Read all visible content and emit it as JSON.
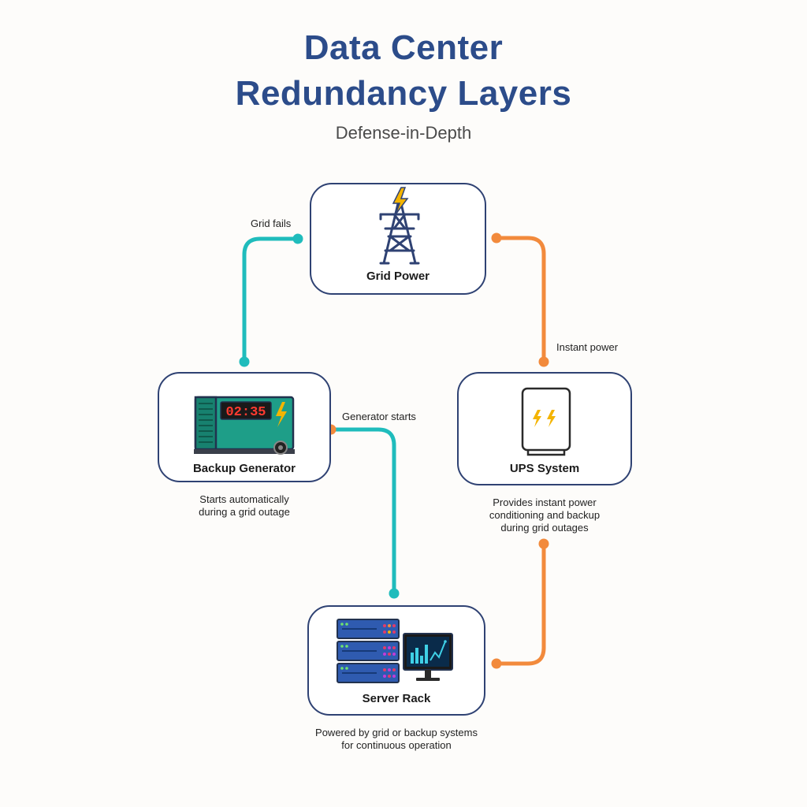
{
  "title_line1": "Data Center",
  "title_line2": "Redundancy Layers",
  "subtitle": "Defense-in-Depth",
  "nodes": {
    "grid": {
      "label": "Grid Power",
      "icon": "transmission-tower-icon"
    },
    "generator": {
      "label": "Backup Generator",
      "display": "02:35",
      "caption_line1": "Starts automatically",
      "caption_line2": "during a grid outage",
      "icon": "generator-icon"
    },
    "ups": {
      "label": "UPS System",
      "caption_line1": "Provides instant power",
      "caption_line2": "conditioning and backup",
      "caption_line3": "during grid outages",
      "icon": "ups-icon"
    },
    "server": {
      "label": "Server Rack",
      "caption_line1": "Powered by grid or backup systems",
      "caption_line2": "for continuous operation",
      "icon": "server-rack-icon"
    }
  },
  "edges": {
    "grid_fails": "Grid fails",
    "instant_power": "Instant power",
    "generator_starts": "Generator starts"
  },
  "colors": {
    "title": "#2c4c8a",
    "card_border": "#2f4273",
    "teal_connector": "#1fbcbc",
    "orange_connector": "#f28a3c",
    "lightning": "#f4b400"
  }
}
